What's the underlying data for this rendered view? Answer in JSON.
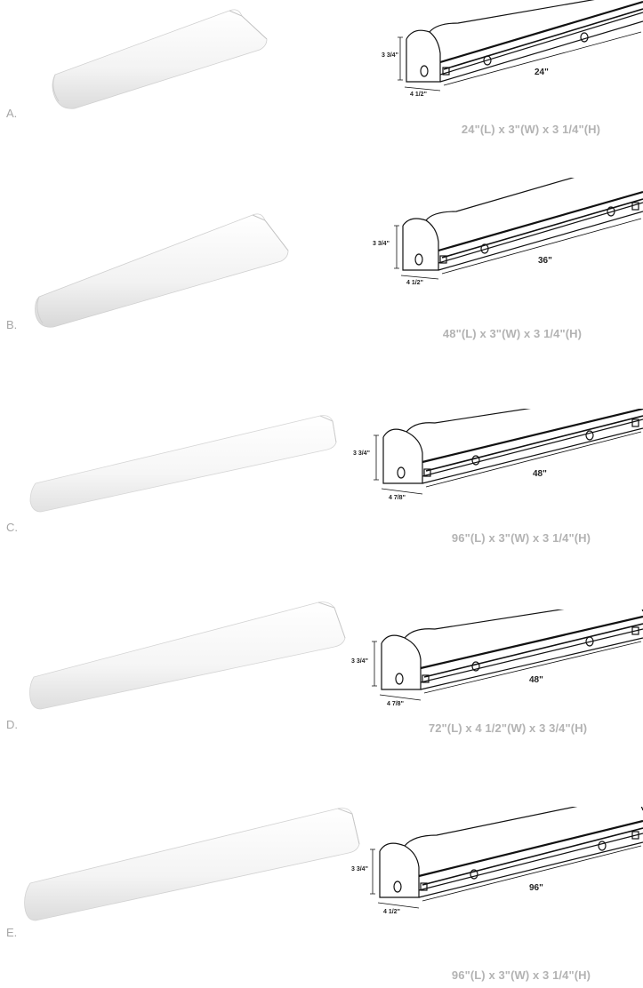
{
  "options": [
    {
      "letter": "A.",
      "photo_length": "short",
      "height_dim": "3 3/4\"",
      "width_dim": "4 1/2\"",
      "length_dim": "24\"",
      "spec": "24\"(L) x 3\"(W) x 3 1/4\"(H)"
    },
    {
      "letter": "B.",
      "photo_length": "medium",
      "height_dim": "3 3/4\"",
      "width_dim": "4 1/2\"",
      "length_dim": "36\"",
      "spec": "48\"(L) x 3\"(W) x 3 1/4\"(H)"
    },
    {
      "letter": "C.",
      "photo_length": "long",
      "height_dim": "3 3/4\"",
      "width_dim": "4 7/8\"",
      "length_dim": "48\"",
      "spec": "96\"(L) x 3\"(W) x 3 1/4\"(H)"
    },
    {
      "letter": "D.",
      "photo_length": "long",
      "height_dim": "3 3/4\"",
      "width_dim": "4 7/8\"",
      "length_dim": "48\"",
      "spec": "72\"(L) x 4 1/2\"(W) x 3 3/4\"(H)"
    },
    {
      "letter": "E.",
      "photo_length": "longest",
      "height_dim": "3 3/4\"",
      "width_dim": "4 1/2\"",
      "length_dim": "96\"",
      "spec": "96\"(L) x 3\"(W) x 3 1/4\"(H)"
    }
  ],
  "colors": {
    "label_gray": "#a6a6a6",
    "spec_gray": "#b3b3b3",
    "fixture_white": "#f6f6f6",
    "drawing_line": "#111111"
  },
  "icons": {
    "photo": "led-wraparound-fixture-photo",
    "drawing": "fixture-dimension-drawing"
  }
}
